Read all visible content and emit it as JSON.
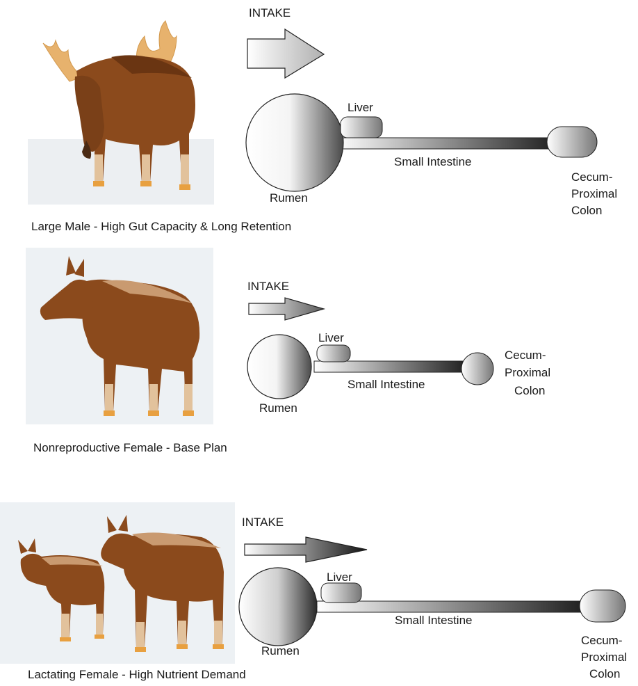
{
  "panels": [
    {
      "caption": "Large Male - High Gut Capacity & Long Retention",
      "intake": "INTAKE",
      "labels": {
        "liver": "Liver",
        "small_intestine": "Small Intestine",
        "rumen": "Rumen",
        "cecum_line1": "Cecum-",
        "cecum_line2": "Proximal",
        "cecum_line3": "Colon"
      }
    },
    {
      "caption": "Nonreproductive Female - Base Plan",
      "intake": "INTAKE",
      "labels": {
        "liver": "Liver",
        "small_intestine": "Small Intestine",
        "rumen": "Rumen",
        "cecum_line1": "Cecum-",
        "cecum_line2": "Proximal",
        "cecum_line3": "Colon"
      }
    },
    {
      "caption": "Lactating Female - High Nutrient Demand",
      "intake": "INTAKE",
      "labels": {
        "liver": "Liver",
        "small_intestine": "Small Intestine",
        "rumen": "Rumen",
        "cecum_line1": "Cecum-",
        "cecum_line2": "Proximal",
        "cecum_line3": "Colon"
      }
    }
  ],
  "colors": {
    "moose_body": "#8b4a1c",
    "moose_dark": "#6a3512",
    "moose_back": "#c99a70",
    "moose_legs": "#e2c29c",
    "hooves": "#e8a040",
    "antlers": "#e7b26d",
    "background_panel": "#edf1f4"
  }
}
